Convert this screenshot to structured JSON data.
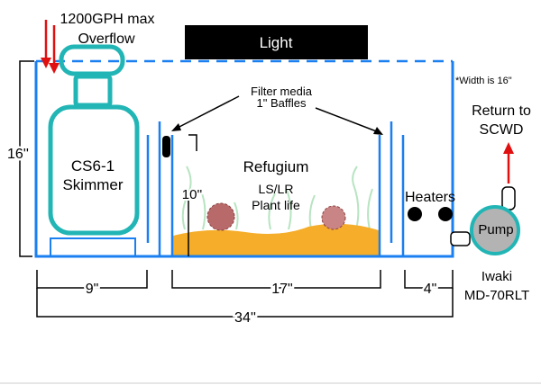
{
  "labels": {
    "overflow_line1": "1200GPH max",
    "overflow_line2": "Overflow",
    "light": "Light",
    "width_note": "*Width is 16\"",
    "filter_line1": "Filter media",
    "filter_line2": "1\" Baffles",
    "return_line1": "Return to",
    "return_line2": "SCWD",
    "skimmer_line1": "CS6-1",
    "skimmer_line2": "Skimmer",
    "refugium": "Refugium",
    "lslr": "LS/LR",
    "plant_life": "Plant life",
    "heaters": "Heaters",
    "pump": "Pump",
    "pump_model_line1": "Iwaki",
    "pump_model_line2": "MD-70RLT"
  },
  "dimensions": {
    "height": "16''",
    "baffle_height": "10''",
    "skimmer_section": "9\"",
    "refugium_section": "17\"",
    "return_section": "4\"",
    "total_length": "34''"
  },
  "colors": {
    "tank": "#1a7ff0",
    "skimmer": "#22b5b5",
    "sand": "#f5ad2a",
    "flow_arrow": "#e01010",
    "light": "#000000",
    "pump_fill": "#b3b3b3"
  }
}
